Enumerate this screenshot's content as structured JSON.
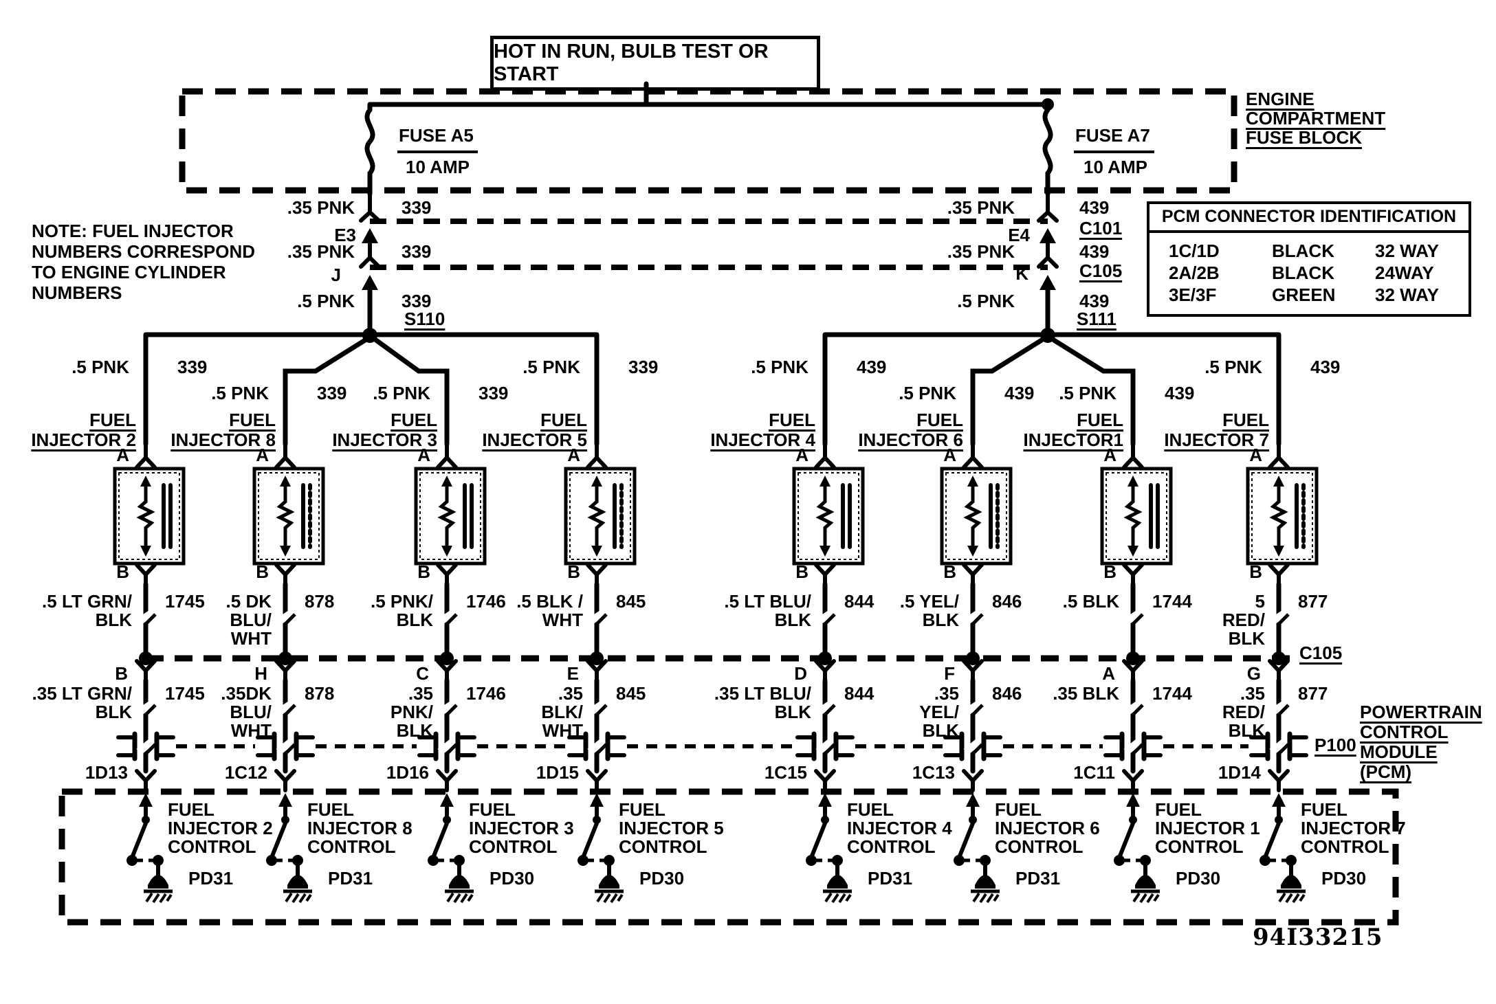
{
  "banner": "HOT IN RUN,  BULB TEST OR START",
  "fuse_block": {
    "label_lines": [
      "ENGINE",
      "COMPARTMENT",
      "FUSE BLOCK"
    ],
    "fuse_left": {
      "name": "FUSE A5",
      "rating": "10 AMP"
    },
    "fuse_right": {
      "name": "FUSE A7",
      "rating": "10 AMP"
    }
  },
  "note_lines": [
    "NOTE: FUEL INJECTOR",
    "NUMBERS CORRESPOND",
    "TO ENGINE CYLINDER",
    "NUMBERS"
  ],
  "pcm_table": {
    "title": "PCM CONNECTOR IDENTIFICATION",
    "rows": [
      [
        "1C/1D",
        "BLACK",
        "32 WAY"
      ],
      [
        "2A/2B",
        "BLACK",
        "24WAY"
      ],
      [
        "3E/3F",
        "GREEN",
        "32 WAY"
      ]
    ]
  },
  "left_bus": {
    "row1": {
      "size": ".35 PNK",
      "circuit": "339",
      "pin": "E3"
    },
    "row2": {
      "size": ".35 PNK",
      "circuit": "339",
      "pin": "J"
    },
    "row3": {
      "size": ".5 PNK",
      "circuit": "339",
      "splice": "S110"
    }
  },
  "right_bus": {
    "row1": {
      "size": ".35 PNK",
      "circuit": "439",
      "pin": "E4",
      "connector": "C101"
    },
    "row2": {
      "size": ".35 PNK",
      "circuit": "439",
      "pin": "K",
      "connector": "C105"
    },
    "row3": {
      "size": ".5 PNK",
      "circuit": "439",
      "splice": "S111"
    }
  },
  "c105_row_label": "C105",
  "p100_label": "P100",
  "pcm_label_lines": [
    "POWERTRAIN",
    "CONTROL",
    "MODULE",
    "(PCM)"
  ],
  "figure_id": "94I33215",
  "columns": [
    {
      "name_lines": [
        "FUEL",
        "INJECTOR 2"
      ],
      "feed_size": ".5 PNK",
      "feed_circuit": "339",
      "pin_top": "A",
      "pin_bottom": "B",
      "upper_wire": [
        ".5 LT GRN/",
        "BLK"
      ],
      "upper_circuit": "1745",
      "c105_pin": "B",
      "lower_wire": [
        ".35 LT GRN/",
        "BLK"
      ],
      "lower_circuit": "1745",
      "pcm_pin": "1D13",
      "control_lines": [
        "FUEL",
        "INJECTOR 2",
        "CONTROL"
      ],
      "ground": "PD31"
    },
    {
      "name_lines": [
        "FUEL",
        "INJECTOR 8"
      ],
      "feed_size": ".5 PNK",
      "feed_circuit": "339",
      "pin_top": "A",
      "pin_bottom": "B",
      "upper_wire": [
        ".5 DK",
        "BLU/",
        "WHT"
      ],
      "upper_circuit": "878",
      "c105_pin": "H",
      "lower_wire": [
        ".35DK",
        "BLU/",
        "WHT"
      ],
      "lower_circuit": "878",
      "pcm_pin": "1C12",
      "control_lines": [
        "FUEL",
        "INJECTOR 8",
        "CONTROL"
      ],
      "ground": "PD31"
    },
    {
      "name_lines": [
        "FUEL",
        "INJECTOR 3"
      ],
      "feed_size": ".5 PNK",
      "feed_circuit": "339",
      "pin_top": "A",
      "pin_bottom": "B",
      "upper_wire": [
        ".5 PNK/",
        "BLK"
      ],
      "upper_circuit": "1746",
      "c105_pin": "C",
      "lower_wire": [
        ".35",
        "PNK/",
        "BLK"
      ],
      "lower_circuit": "1746",
      "pcm_pin": "1D16",
      "control_lines": [
        "FUEL",
        "INJECTOR 3",
        "CONTROL"
      ],
      "ground": "PD30"
    },
    {
      "name_lines": [
        "FUEL",
        "INJECTOR 5"
      ],
      "feed_size": ".5 PNK",
      "feed_circuit": "339",
      "pin_top": "A",
      "pin_bottom": "B",
      "upper_wire": [
        ".5 BLK /",
        "WHT"
      ],
      "upper_circuit": "845",
      "c105_pin": "E",
      "lower_wire": [
        ".35",
        "BLK/",
        "WHT"
      ],
      "lower_circuit": "845",
      "pcm_pin": "1D15",
      "control_lines": [
        "FUEL",
        "INJECTOR 5",
        "CONTROL"
      ],
      "ground": "PD30"
    },
    {
      "name_lines": [
        "FUEL",
        "INJECTOR 4"
      ],
      "feed_size": ".5 PNK",
      "feed_circuit": "439",
      "pin_top": "A",
      "pin_bottom": "B",
      "upper_wire": [
        ".5 LT BLU/",
        "BLK"
      ],
      "upper_circuit": "844",
      "c105_pin": "D",
      "lower_wire": [
        ".35 LT BLU/",
        "BLK"
      ],
      "lower_circuit": "844",
      "pcm_pin": "1C15",
      "control_lines": [
        "FUEL",
        "INJECTOR 4",
        "CONTROL"
      ],
      "ground": "PD31"
    },
    {
      "name_lines": [
        "FUEL",
        "INJECTOR 6"
      ],
      "feed_size": ".5 PNK",
      "feed_circuit": "439",
      "pin_top": "A",
      "pin_bottom": "B",
      "upper_wire": [
        ".5 YEL/",
        "BLK"
      ],
      "upper_circuit": "846",
      "c105_pin": "F",
      "lower_wire": [
        ".35",
        "YEL/",
        "BLK"
      ],
      "lower_circuit": "846",
      "pcm_pin": "1C13",
      "control_lines": [
        "FUEL",
        "INJECTOR 6",
        "CONTROL"
      ],
      "ground": "PD31"
    },
    {
      "name_lines": [
        "FUEL",
        "INJECTOR1"
      ],
      "feed_size": ".5 PNK",
      "feed_circuit": "439",
      "pin_top": "A",
      "pin_bottom": "B",
      "upper_wire": [
        ".5 BLK"
      ],
      "upper_circuit": "1744",
      "c105_pin": "A",
      "lower_wire": [
        ".35 BLK"
      ],
      "lower_circuit": "1744",
      "pcm_pin": "1C11",
      "control_lines": [
        "FUEL",
        "INJECTOR 1",
        "CONTROL"
      ],
      "ground": "PD30"
    },
    {
      "name_lines": [
        "FUEL",
        "INJECTOR 7"
      ],
      "feed_size": ".5 PNK",
      "feed_circuit": "439",
      "pin_top": "A",
      "pin_bottom": "B",
      "upper_wire": [
        "5",
        "RED/",
        "BLK"
      ],
      "upper_circuit": "877",
      "c105_pin": "G",
      "lower_wire": [
        ".35",
        "RED/",
        "BLK"
      ],
      "lower_circuit": "877",
      "pcm_pin": "1D14",
      "control_lines": [
        "FUEL",
        "INJECTOR 7",
        "CONTROL"
      ],
      "ground": "PD30"
    }
  ]
}
